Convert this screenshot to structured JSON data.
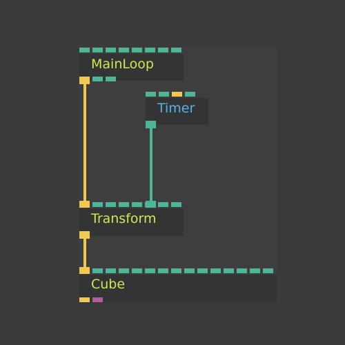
{
  "colors": {
    "background": "#3b3b3b",
    "patch": "#3e3e3e",
    "node": "#343434",
    "pin_value": "#4fb59a",
    "pin_execution": "#f0c955",
    "pin_object": "#b25c9c",
    "label_yellow": "#c9ea55",
    "label_blue": "#56b4e9"
  },
  "nodes": [
    {
      "id": "mainloop",
      "label": "MainLoop",
      "label_color": "yellow",
      "inputs": [
        "value",
        "value",
        "value",
        "value",
        "value",
        "value",
        "value",
        "value"
      ],
      "outputs": [
        "execution",
        "value",
        "value"
      ]
    },
    {
      "id": "timer",
      "label": "Timer",
      "label_color": "blue",
      "inputs": [
        "value",
        "value",
        "execution",
        "value"
      ],
      "outputs": [
        "value"
      ]
    },
    {
      "id": "transform",
      "label": "Transform",
      "label_color": "yellow",
      "inputs": [
        "execution",
        "value",
        "value",
        "value",
        "value",
        "value",
        "value",
        "value"
      ],
      "outputs": [
        "execution"
      ]
    },
    {
      "id": "cube",
      "label": "Cube",
      "label_color": "yellow",
      "inputs": [
        "execution",
        "value",
        "value",
        "value",
        "value",
        "value",
        "value",
        "value",
        "value",
        "value",
        "value",
        "value",
        "value",
        "value",
        "value"
      ],
      "outputs": [
        "execution",
        "object"
      ]
    }
  ],
  "links": [
    {
      "from": "mainloop",
      "to": "transform",
      "kind": "execution"
    },
    {
      "from": "timer",
      "to": "transform",
      "kind": "value"
    },
    {
      "from": "transform",
      "to": "cube",
      "kind": "execution"
    }
  ]
}
